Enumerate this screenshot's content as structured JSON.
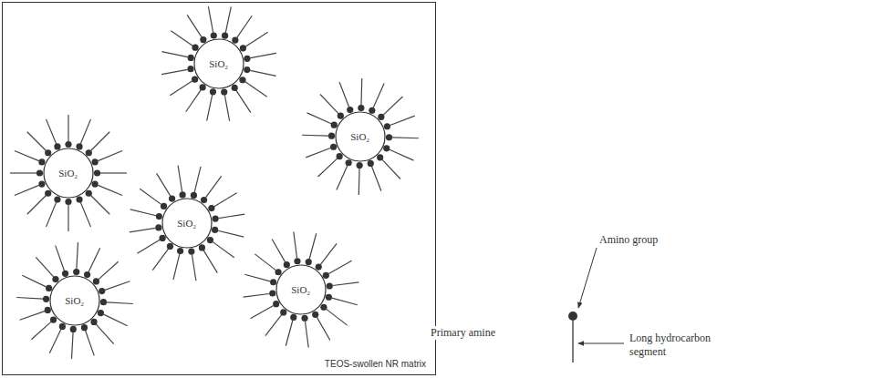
{
  "diagram": {
    "nodes": [
      {
        "text": [
          "TEOS-swollen NR matrix"
        ]
      },
      {
        "text": [
          "SiO₂"
        ],
        "in": 0
      },
      {
        "text": [
          "SiO₂"
        ],
        "in": 0
      },
      {
        "text": [
          "SiO₂"
        ],
        "in": 0
      },
      {
        "text": [
          "SiO₂"
        ],
        "in": 0
      },
      {
        "text": [
          "SiO₂"
        ],
        "in": 0
      },
      {
        "text": [
          "SiO₂"
        ],
        "in": 0
      }
    ],
    "labels": [
      "Amino group",
      "Primary amine",
      "Long hydrocarbon segment"
    ]
  }
}
